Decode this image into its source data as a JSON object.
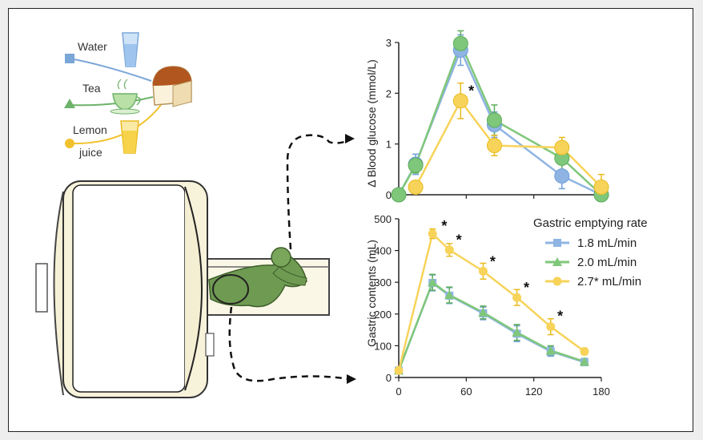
{
  "drinks": {
    "items": [
      {
        "label": "Water",
        "color": "#7aa6d8"
      },
      {
        "label": "Tea",
        "color": "#6db36b"
      },
      {
        "label": "Lemon",
        "label2": "juice",
        "color": "#f2c12e"
      }
    ]
  },
  "colors": {
    "blue": "#8fb4e3",
    "green": "#7fc77a",
    "yellow": "#f7d35a",
    "blue_dark": "#6f9fd8",
    "green_dark": "#5fae5b",
    "yellow_dark": "#e9bb1f"
  },
  "chart_data": [
    {
      "type": "line",
      "ylabel": "Δ Blood glucose (mmol/L)",
      "xlim": [
        0,
        180
      ],
      "ylim": [
        0,
        3
      ],
      "yticks": [
        0,
        1,
        2,
        3
      ],
      "x": [
        0,
        15,
        55,
        85,
        145,
        180
      ],
      "series": [
        {
          "color": "#8fb4e3",
          "points": [
            [
              0,
              0,
              0
            ],
            [
              15,
              0.6,
              0.2
            ],
            [
              55,
              2.85,
              0.3
            ],
            [
              85,
              1.38,
              0.25
            ],
            [
              145,
              0.37,
              0.25
            ],
            [
              180,
              0,
              0
            ]
          ]
        },
        {
          "color": "#7fc77a",
          "points": [
            [
              0,
              0,
              0
            ],
            [
              15,
              0.58,
              0.15
            ],
            [
              55,
              2.98,
              0.25
            ],
            [
              85,
              1.47,
              0.3
            ],
            [
              145,
              0.72,
              0.25
            ],
            [
              180,
              0,
              0
            ]
          ]
        },
        {
          "color": "#f7d35a",
          "points": [
            [
              15,
              0.15,
              0.1
            ],
            [
              55,
              1.85,
              0.35
            ],
            [
              85,
              0.97,
              0.2
            ],
            [
              145,
              0.93,
              0.2
            ],
            [
              180,
              0.15,
              0.25
            ]
          ]
        }
      ],
      "annotations": [
        {
          "x": 62,
          "y": 1.95,
          "text": "*"
        }
      ]
    },
    {
      "type": "line",
      "ylabel": "Gastric contents (mL)",
      "xlim": [
        0,
        180
      ],
      "ylim": [
        0,
        500
      ],
      "yticks": [
        0,
        100,
        200,
        300,
        400,
        500
      ],
      "xticks": [
        0,
        60,
        120,
        180
      ],
      "legend_title": "Gastric emptying rate",
      "series": [
        {
          "name": "1.8  mL/min",
          "color": "#8fb4e3",
          "points": [
            [
              0,
              22,
              0
            ],
            [
              30,
              298,
              25
            ],
            [
              45,
              258,
              25
            ],
            [
              75,
              202,
              20
            ],
            [
              105,
              138,
              25
            ],
            [
              135,
              82,
              15
            ],
            [
              165,
              48,
              10
            ]
          ]
        },
        {
          "name": "2.0  mL/min",
          "color": "#7fc77a",
          "points": [
            [
              0,
              22,
              0
            ],
            [
              30,
              300,
              25
            ],
            [
              45,
              260,
              25
            ],
            [
              75,
              205,
              20
            ],
            [
              105,
              142,
              25
            ],
            [
              135,
              85,
              15
            ],
            [
              165,
              50,
              10
            ]
          ]
        },
        {
          "name": "2.7* mL/min",
          "color": "#f7d35a",
          "points": [
            [
              0,
              22,
              0
            ],
            [
              30,
              453,
              15
            ],
            [
              45,
              402,
              20
            ],
            [
              75,
              335,
              25
            ],
            [
              105,
              252,
              25
            ],
            [
              135,
              160,
              25
            ],
            [
              165,
              82,
              10
            ]
          ]
        }
      ],
      "annotations": [
        {
          "x": 38,
          "y": 462,
          "text": "*"
        },
        {
          "x": 51,
          "y": 418,
          "text": "*"
        },
        {
          "x": 81,
          "y": 350,
          "text": "*"
        },
        {
          "x": 111,
          "y": 268,
          "text": "*"
        },
        {
          "x": 141,
          "y": 178,
          "text": "*"
        }
      ]
    }
  ]
}
